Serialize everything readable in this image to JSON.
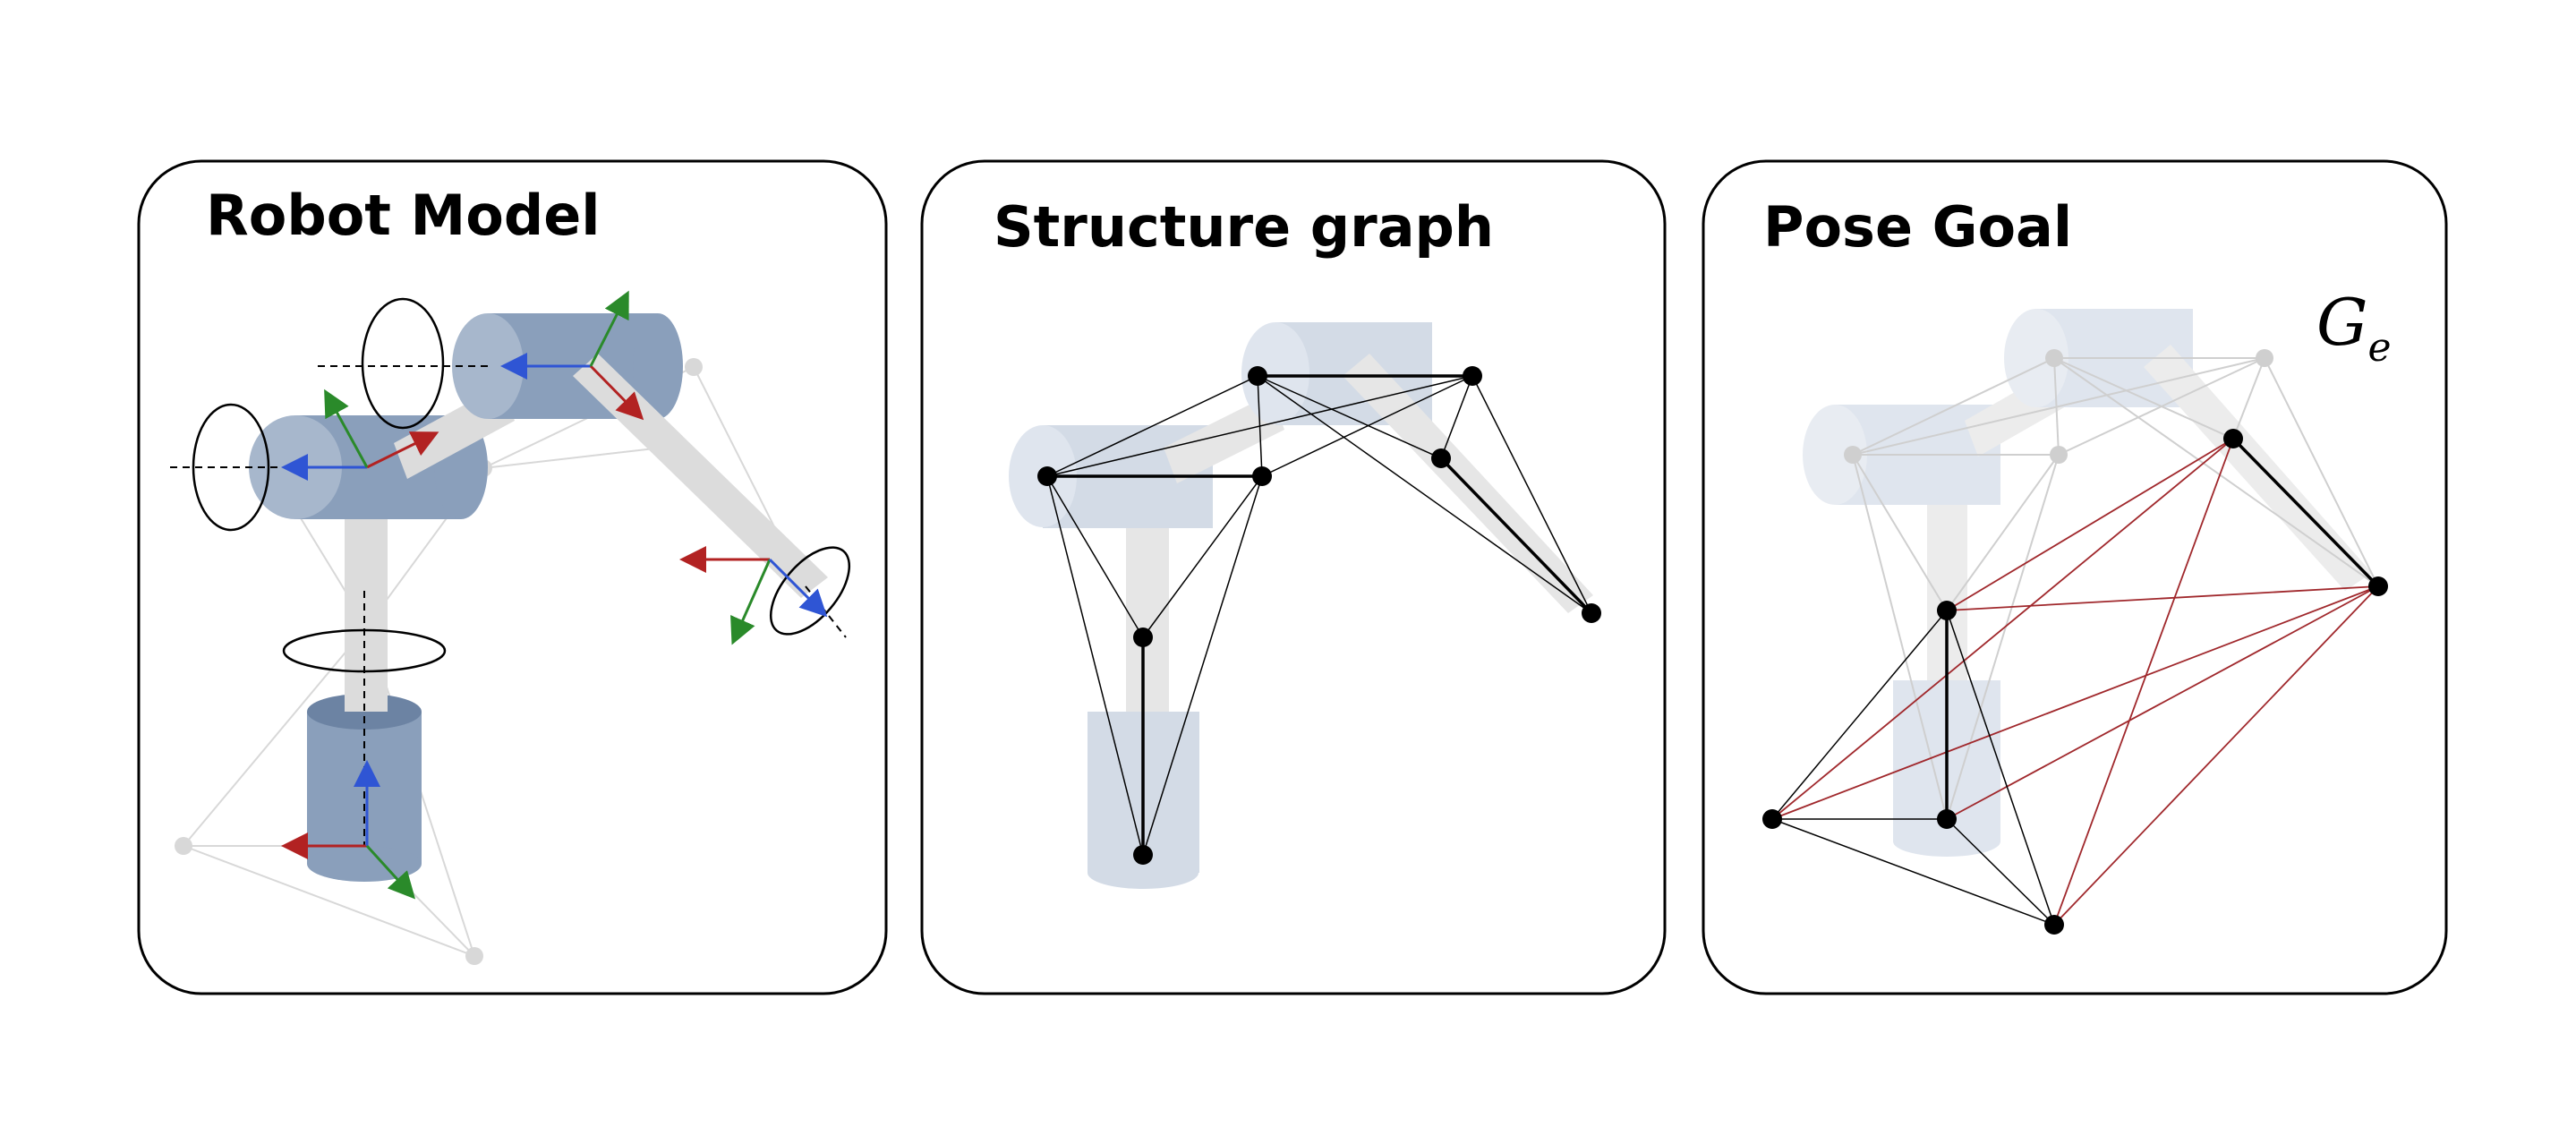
{
  "figure": {
    "panels": [
      {
        "title": "Robot Model"
      },
      {
        "title": "Structure graph"
      },
      {
        "title": "Pose Goal",
        "goal_label": "G",
        "goal_subscript": "e"
      }
    ]
  },
  "colors": {
    "robot_link": "#8a9fbb",
    "robot_link_light": "#cfd8e4",
    "node": "#000000",
    "edge": "#000000",
    "goal_edge": "#a0282c",
    "axis_x": "#b22222",
    "axis_y": "#2a8a2a",
    "axis_z": "#2f55d4"
  }
}
